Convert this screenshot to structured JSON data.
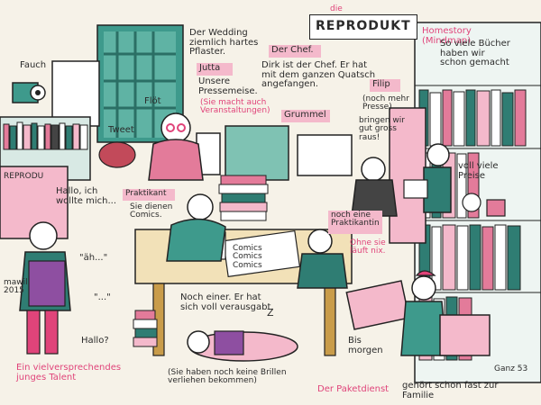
{
  "sign": {
    "prefix": "die",
    "title": "REPRODUKT"
  },
  "subtitle": "Homestory (Mindmap)",
  "artist_signature": "mawil 2015",
  "labels": {
    "wedding": "Der Wedding ziemlich hartes Pflaster.",
    "chef_title": "Der Chef.",
    "chef_text": "Dirk ist der Chef. Er hat mit dem ganzen Quatsch angefangen.",
    "jutta_name": "Jutta",
    "jutta_text": "Unsere Pressemeise.",
    "jutta_note": "(Sie macht auch Veranstaltungen)",
    "grummel": "Grummel",
    "filip_name": "Filip",
    "filip_note": "(noch mehr Presse)",
    "filip_speech": "bringen wir gut gross raus!",
    "books_many": "So viele Bücher haben wir schon gemacht",
    "fauch": "Fauch",
    "flot": "Flöt",
    "tweet": "Tweet",
    "reprodu_sign": "REPRODU",
    "hallo_speech": "Hallo, ich wollte mich...",
    "ah_speech": "\"äh...\"",
    "dots_speech": "\"...\"",
    "hallo2_speech": "Hallo?",
    "talent_caption": "Ein vielversprechendes junges Talent",
    "praktikant_title": "Praktikant",
    "praktikant_text": "Sie dienen Comics.",
    "praktikantin_title": "noch eine Praktikantin",
    "praktikantin_text": "Ohne sie läuft nix.",
    "comics_label": "Comics Comics Comics",
    "noch_einer": "Noch einer. Er hat sich voll verausgabt.",
    "zz": "Z",
    "sleeper_caption": "(Sie haben noch keine Brillen verliehen bekommen)",
    "bis_morgen": "Bis morgen",
    "paketdienst": "Der Paketdienst",
    "gehoert": "gehört schon fast zur Familie",
    "preise": "voll viele Preise",
    "stamp": "Ganz 53"
  },
  "colors": {
    "accent": "#e0447a",
    "pink": "#f4b9cb",
    "teal": "#2f7d73",
    "ink": "#222222",
    "paper": "#f6f2e8"
  }
}
